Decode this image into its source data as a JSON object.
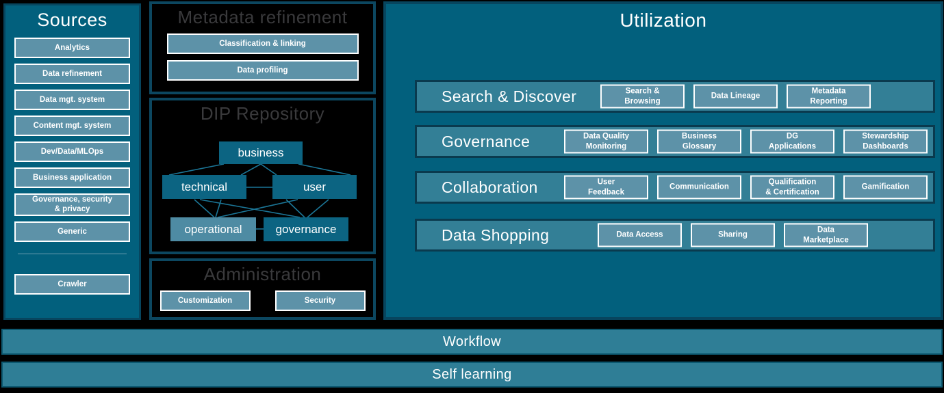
{
  "colors": {
    "background": "#000000",
    "panel_teal": "#02607d",
    "panel_border": "#07455e",
    "black_panel_border": "#0c4760",
    "band_teal": "#337f96",
    "band_border": "#0a3a4e",
    "box_teal": "#5d92a8",
    "box_border": "#ffffff",
    "node_teal": "#0c6482",
    "node_light_teal": "#4e8ba3",
    "edge_teal": "#1b7697",
    "bar_teal": "#2f7e96",
    "black_panel_title_gray": "#3a3a3c"
  },
  "sources": {
    "title": "Sources",
    "items": [
      "Analytics",
      "Data refinement",
      "Data mgt. system",
      "Content mgt. system",
      "Dev/Data/MLOps",
      "Business application",
      "Governance, security\n& privacy",
      "Generic"
    ],
    "items_below_divider": [
      "Crawler"
    ]
  },
  "metadata_refinement": {
    "title": "Metadata refinement",
    "boxes": [
      "Classification & linking",
      "Data profiling"
    ]
  },
  "dip_repository": {
    "title": "DIP Repository",
    "nodes": [
      {
        "id": "business",
        "label": "business"
      },
      {
        "id": "technical",
        "label": "technical"
      },
      {
        "id": "user",
        "label": "user"
      },
      {
        "id": "operational",
        "label": "operational"
      },
      {
        "id": "governance",
        "label": "governance"
      }
    ],
    "edges": [
      [
        "business",
        "technical"
      ],
      [
        "business",
        "user"
      ],
      [
        "technical",
        "user"
      ],
      [
        "technical",
        "operational"
      ],
      [
        "technical",
        "governance"
      ],
      [
        "user",
        "operational"
      ],
      [
        "user",
        "governance"
      ],
      [
        "operational",
        "governance"
      ]
    ]
  },
  "administration": {
    "title": "Administration",
    "boxes": [
      "Customization",
      "Security"
    ]
  },
  "utilization": {
    "title": "Utilization",
    "rows": [
      {
        "label": "Search & Discover",
        "boxes": [
          "Search &\nBrowsing",
          "Data Lineage",
          "Metadata\nReporting"
        ]
      },
      {
        "label": "Governance",
        "boxes": [
          "Data Quality\nMonitoring",
          "Business\nGlossary",
          "DG\nApplications",
          "Stewardship\nDashboards"
        ]
      },
      {
        "label": "Collaboration",
        "boxes": [
          "User\nFeedback",
          "Communication",
          "Qualification\n& Certification",
          "Gamification"
        ]
      },
      {
        "label": "Data Shopping",
        "boxes": [
          "Data Access",
          "Sharing",
          "Data\nMarketplace"
        ]
      }
    ]
  },
  "bars": [
    {
      "label": "Workflow"
    },
    {
      "label": "Self learning"
    }
  ]
}
